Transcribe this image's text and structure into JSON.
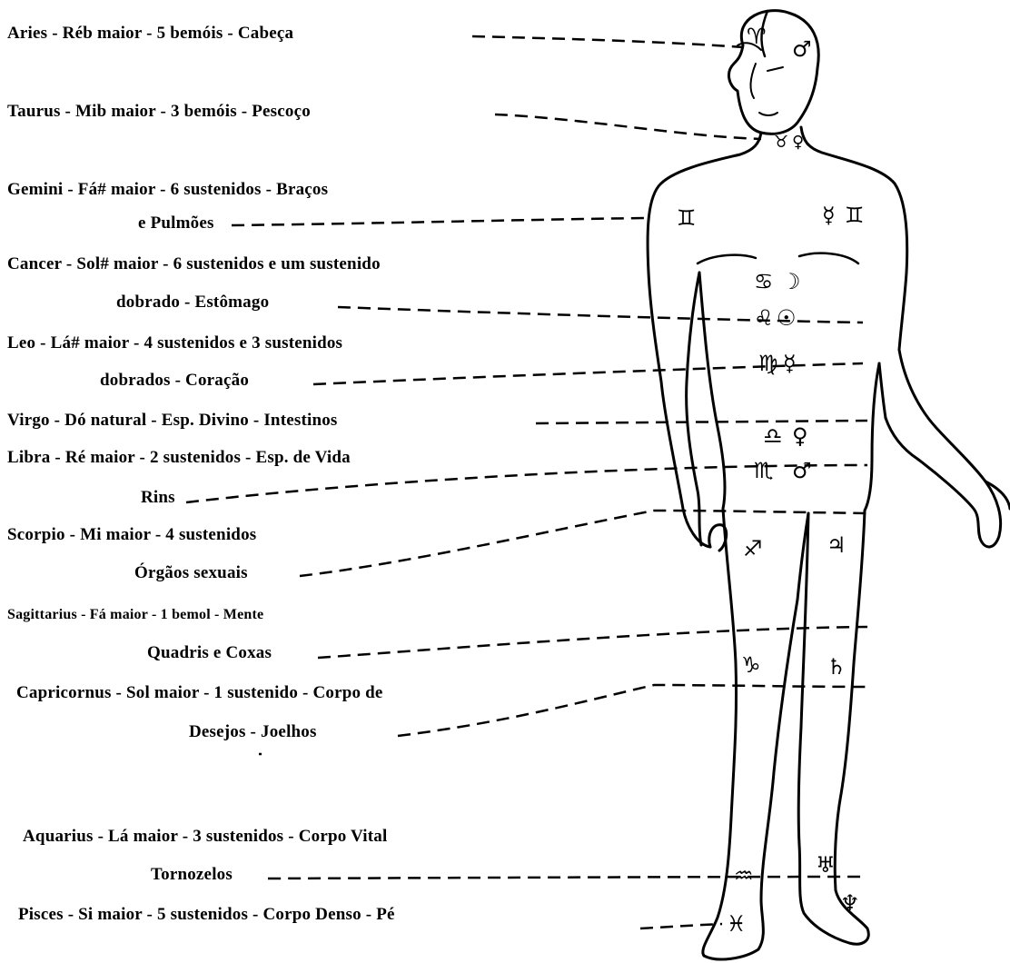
{
  "labels": [
    {
      "id": "aries-1",
      "text": "Aries  -  Réb maior  -  5 bemóis  -  Cabeça"
    },
    {
      "id": "taurus-1",
      "text": "Taurus  -  Mib maior  -  3 bemóis  -  Pescoço"
    },
    {
      "id": "gemini-1",
      "text": "Gemini  -  Fá# maior  -  6 sustenidos  -  Braços"
    },
    {
      "id": "gemini-2",
      "text": "e Pulmões"
    },
    {
      "id": "cancer-1",
      "text": "Cancer  -  Sol# maior  -  6 sustenidos e um sustenido"
    },
    {
      "id": "cancer-2",
      "text": "dobrado  -  Estômago"
    },
    {
      "id": "leo-1",
      "text": "Leo  -  Lá# maior  -  4 sustenidos e 3 sustenidos"
    },
    {
      "id": "leo-2",
      "text": "dobrados  -  Coração"
    },
    {
      "id": "virgo-1",
      "text": "Virgo  -  Dó natural  -  Esp. Divino  -  Intestinos"
    },
    {
      "id": "libra-1",
      "text": "Libra  -  Ré maior  -  2 sustenidos  -  Esp. de Vida"
    },
    {
      "id": "libra-2",
      "text": "Rins"
    },
    {
      "id": "scorpio-1",
      "text": "Scorpio  -  Mi   maior  -  4 sustenidos"
    },
    {
      "id": "scorpio-2",
      "text": "Órgãos sexuais"
    },
    {
      "id": "sagittarius-1",
      "text": "Sagittarius  -  Fá maior  -  1 bemol  -  Mente"
    },
    {
      "id": "sagittarius-2",
      "text": "Quadris e Coxas"
    },
    {
      "id": "capricornus-1",
      "text": "Capricornus  -  Sol maior  -  1 sustenido  -  Corpo de"
    },
    {
      "id": "capricornus-2",
      "text": "Desejos  -  Joelhos"
    },
    {
      "id": "aquarius-1",
      "text": "Aquarius  -  Lá maior  -  3 sustenidos  -  Corpo Vital"
    },
    {
      "id": "aquarius-2",
      "text": "Tornozelos"
    },
    {
      "id": "pisces-1",
      "text": "Pisces  -  Si maior  -  5 sustenidos  -  Corpo Denso  -  Pé"
    }
  ],
  "symbols": [
    {
      "id": "aries",
      "glyph": "♈"
    },
    {
      "id": "mars-head",
      "glyph": "♂"
    },
    {
      "id": "taurus",
      "glyph": "♉"
    },
    {
      "id": "venus-neck",
      "glyph": "♀"
    },
    {
      "id": "gemini-right",
      "glyph": "♊"
    },
    {
      "id": "mercury-shoulder",
      "glyph": "☿"
    },
    {
      "id": "gemini-left",
      "glyph": "♊"
    },
    {
      "id": "cancer",
      "glyph": "♋"
    },
    {
      "id": "moon",
      "glyph": "☽"
    },
    {
      "id": "leo",
      "glyph": "♌"
    },
    {
      "id": "sun",
      "glyph": "☉"
    },
    {
      "id": "virgo",
      "glyph": "♍"
    },
    {
      "id": "mercury-virgo",
      "glyph": "☿"
    },
    {
      "id": "libra",
      "glyph": "♎"
    },
    {
      "id": "venus-libra",
      "glyph": "♀"
    },
    {
      "id": "scorpio",
      "glyph": "♏"
    },
    {
      "id": "mars-scorpio",
      "glyph": "♂"
    },
    {
      "id": "sagittarius",
      "glyph": "♐"
    },
    {
      "id": "jupiter",
      "glyph": "♃"
    },
    {
      "id": "capricorn",
      "glyph": "♑"
    },
    {
      "id": "saturn",
      "glyph": "♄"
    },
    {
      "id": "aquarius",
      "glyph": "♒"
    },
    {
      "id": "uranus",
      "glyph": "♅"
    },
    {
      "id": "pisces",
      "glyph": "♓"
    },
    {
      "id": "neptune",
      "glyph": "♆"
    }
  ]
}
